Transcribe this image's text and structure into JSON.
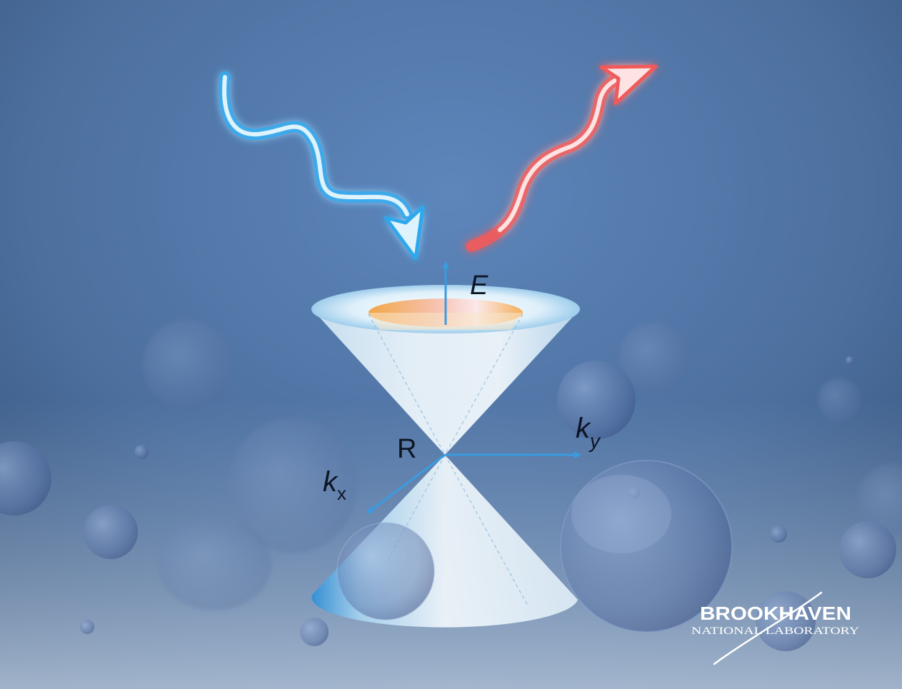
{
  "diagram": {
    "labels": {
      "energy_axis": "E",
      "ky_axis_base": "k",
      "ky_axis_sub": "y",
      "kx_axis_base": "k",
      "kx_axis_sub": "x",
      "origin": "R"
    },
    "incoming_photon": {
      "color": "#2fa8ec"
    },
    "outgoing_photon": {
      "color": "#f05a5a"
    },
    "background_color": "#4f75a6",
    "cone_color": "#eaf4fb"
  },
  "logo": {
    "name": "BROOKHAVEN",
    "subtitle": "NATIONAL LABORATORY"
  }
}
